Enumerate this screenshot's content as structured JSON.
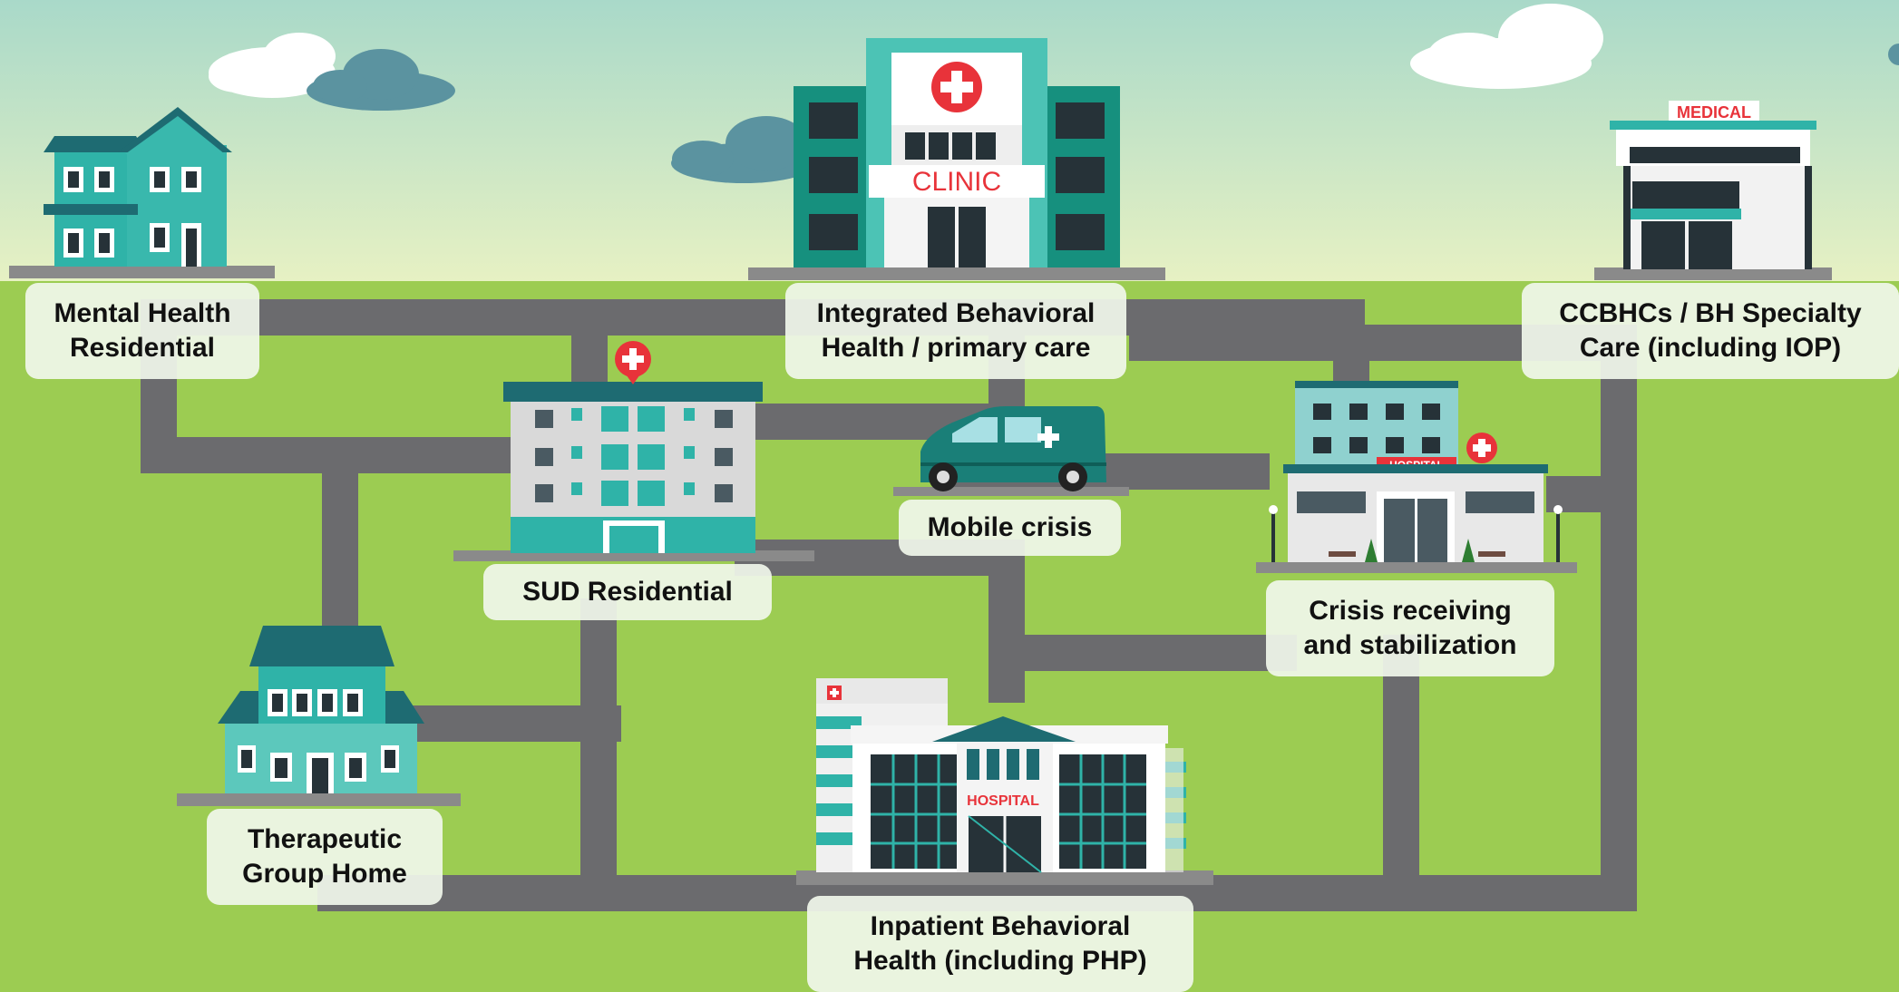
{
  "signs": {
    "clinic": "CLINIC",
    "medical": "MEDICAL",
    "hospital_small": "HOSPITAL",
    "hospital_large": "HOSPITAL"
  },
  "labels": {
    "mental_health_residential": [
      "Mental Health",
      "Residential"
    ],
    "integrated_behavioral": [
      "Integrated Behavioral",
      "Health / primary care"
    ],
    "ccbhcs": [
      "CCBHCs / BH Specialty",
      "Care (including IOP)"
    ],
    "sud_residential": [
      "SUD Residential"
    ],
    "mobile_crisis": [
      "Mobile crisis"
    ],
    "crisis_receiving": [
      "Crisis receiving",
      "and stabilization"
    ],
    "therapeutic_group_home": [
      "Therapeutic",
      "Group Home"
    ],
    "inpatient_behavioral": [
      "Inpatient Behavioral",
      "Health (including PHP)"
    ]
  },
  "colors": {
    "sky_top": "#a8d8c8",
    "sky_bottom": "#e6f0c0",
    "grass": "#9ccc52",
    "road": "#6b6b6e",
    "teal": "#2fb3a8",
    "teal_dark": "#1a7f78",
    "roof_dark": "#1e6b72",
    "red": "#e8333a"
  }
}
